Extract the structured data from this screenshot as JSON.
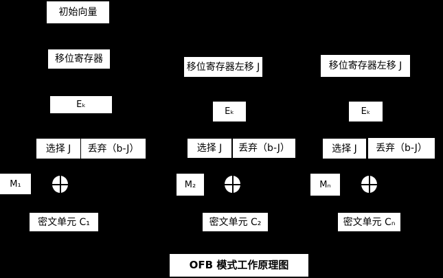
{
  "diagram": {
    "title": "OFB 模式工作原理图",
    "initial_vector": "初始向量",
    "columns": [
      {
        "shift_register": "移位寄存器",
        "cipher": "Eₖ",
        "select": "选择 J",
        "discard": "丢弃（b-J）",
        "message": "M₁",
        "xor_icon": "xor-circle",
        "ciphertext": "密文单元 C₁"
      },
      {
        "shift_register": "移位寄存器左移 J",
        "cipher": "Eₖ",
        "select": "选择 J",
        "discard": "丢弃（b-J）",
        "message": "M₂",
        "xor_icon": "xor-circle",
        "ciphertext": "密文单元 C₂"
      },
      {
        "shift_register": "移位寄存器左移 J",
        "cipher": "Eₖ",
        "select": "选择 J",
        "discard": "丢弃（b-J）",
        "message": "Mₙ",
        "xor_icon": "xor-circle",
        "ciphertext": "密文单元 Cₙ"
      }
    ]
  },
  "colors": {
    "background": "#000000",
    "box_background": "#ffffff",
    "box_text": "#000000"
  }
}
